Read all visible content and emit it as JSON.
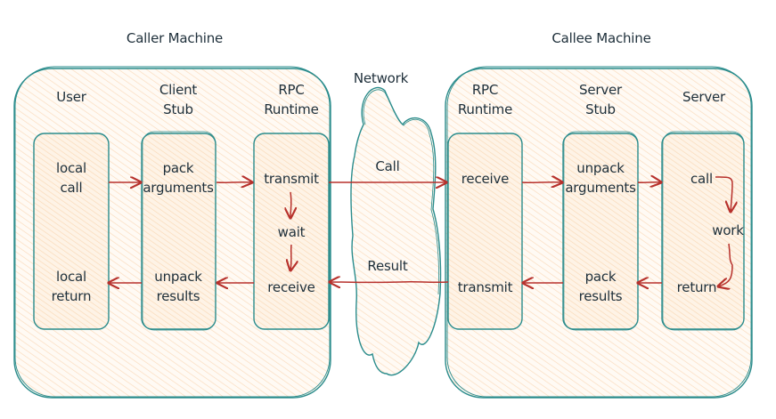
{
  "colors": {
    "stroke": "#2a8c8c",
    "fill": "#fde9d6",
    "arrow": "#b7312c",
    "text": "#1e2f3a"
  },
  "caller": {
    "title": "Caller Machine",
    "columns": [
      {
        "header": "User",
        "items": [
          "local\ncall",
          "local\nreturn"
        ]
      },
      {
        "header": "Client\nStub",
        "items": [
          "pack\narguments",
          "unpack\nresults"
        ]
      },
      {
        "header": "RPC\nRuntime",
        "items": [
          "transmit",
          "wait",
          "receive"
        ]
      }
    ]
  },
  "network": {
    "title": "Network",
    "call_label": "Call",
    "result_label": "Result"
  },
  "callee": {
    "title": "Callee Machine",
    "columns": [
      {
        "header": "RPC\nRuntime",
        "items": [
          "receive",
          "transmit"
        ]
      },
      {
        "header": "Server\nStub",
        "items": [
          "unpack\narguments",
          "pack\nresults"
        ]
      },
      {
        "header": "Server",
        "items": [
          "call",
          "work",
          "return"
        ]
      }
    ]
  }
}
